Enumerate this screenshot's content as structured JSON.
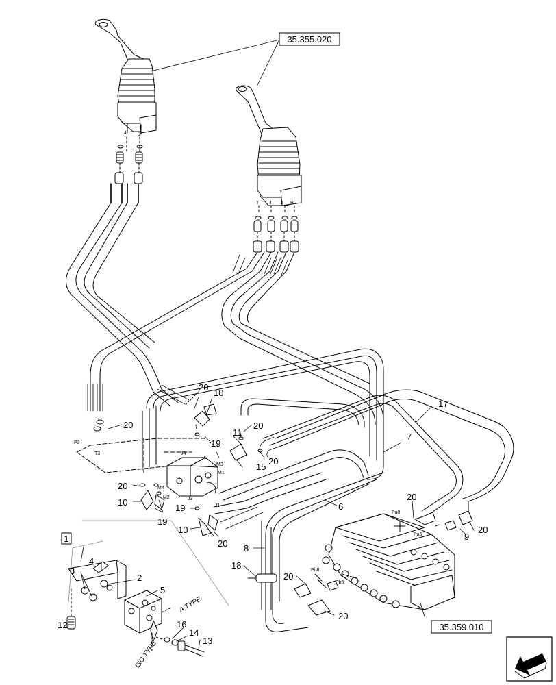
{
  "references": {
    "joystick_ref": "35.355.020",
    "valve_ref": "35.359.010"
  },
  "callouts": {
    "c1": "1",
    "c2": "2",
    "c3": "3",
    "c4": "4",
    "c5": "5",
    "c6": "6",
    "c7": "7",
    "c8": "8",
    "c9": "9",
    "c10a": "10",
    "c10b": "10",
    "c10c": "10",
    "c11": "11",
    "c12": "12",
    "c13": "13",
    "c14": "14",
    "c15": "15",
    "c16": "16",
    "c17": "17",
    "c18": "18",
    "c19a": "19",
    "c19b": "19",
    "c19c": "19",
    "c20a": "20",
    "c20b": "20",
    "c20c": "20",
    "c20d": "20",
    "c20e": "20",
    "c20f": "20",
    "c20g": "20",
    "c20h": "20",
    "c20i": "20",
    "c20j": "20"
  },
  "port_labels": {
    "left_4": "4",
    "left_2": "2",
    "right_T": "T",
    "right_4": "4",
    "right_2": "2",
    "right_P": "P",
    "p3": "P3",
    "t3": "T3",
    "j4": "J4",
    "j2": "J2",
    "m3": "M3",
    "m1": "M1",
    "m4": "M4",
    "m2": "M2",
    "j3": "J3",
    "j1": "J1",
    "pa8": "Pa8",
    "pa5": "Pa5",
    "pb8": "Pb8",
    "pb5": "Pb5"
  },
  "type_labels": {
    "a_type": "A TYPE",
    "iso_type": "ISO TYPE"
  },
  "icons": {
    "nav": "navigation-arrow-icon"
  }
}
